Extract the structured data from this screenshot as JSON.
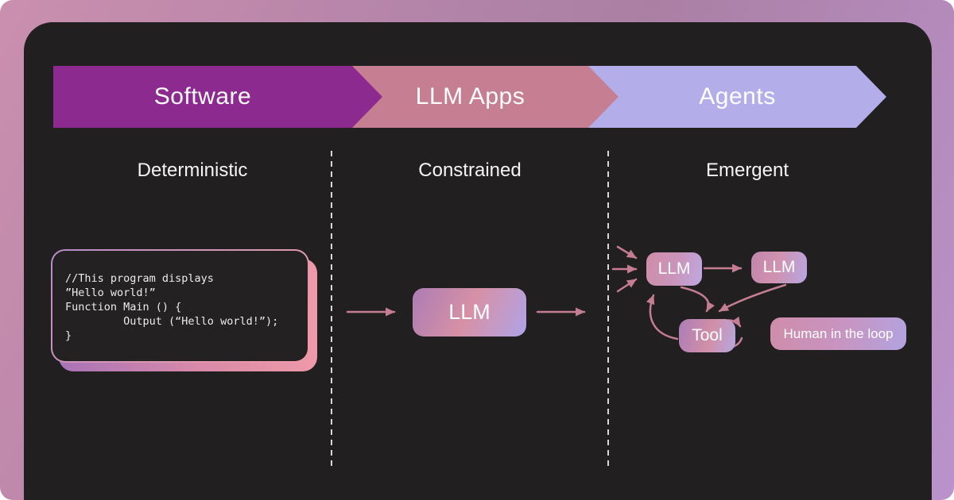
{
  "banner": {
    "stages": [
      {
        "label": "Software",
        "color": "#8d2a90"
      },
      {
        "label": "LLM Apps",
        "color": "#c67e92"
      },
      {
        "label": "Agents",
        "color": "#b3aeea"
      }
    ]
  },
  "columns": {
    "deterministic": "Deterministic",
    "constrained": "Constrained",
    "emergent": "Emergent"
  },
  "code_block": {
    "lines": [
      "//This program displays",
      "”Hello world!”",
      "Function Main () {",
      "         Output (“Hello world!”);",
      "}"
    ]
  },
  "constrained_diagram": {
    "llm_label": "LLM"
  },
  "emergent_diagram": {
    "llm1_label": "LLM",
    "llm2_label": "LLM",
    "tool_label": "Tool",
    "human_label": "Human in the loop"
  },
  "colors": {
    "arrow": "#c57d92",
    "card_background": "#211f20",
    "dashed_line": "#d8d8d8"
  }
}
